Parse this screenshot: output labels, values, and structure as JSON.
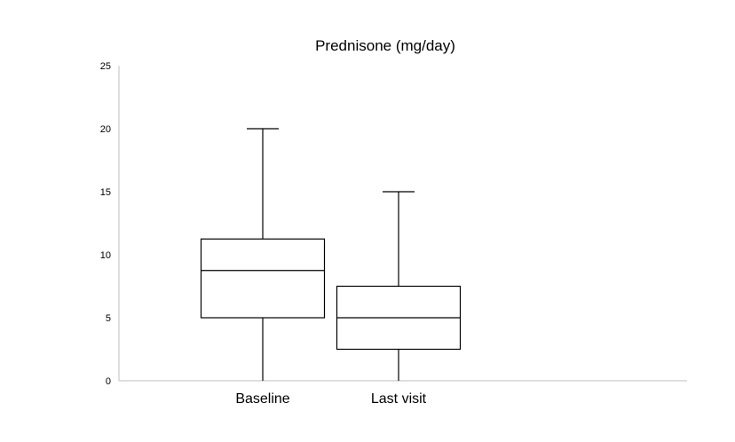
{
  "chart_data": {
    "type": "boxplot",
    "title": "Prednisone (mg/day)",
    "xlabel": "",
    "ylabel": "",
    "ylim": [
      0,
      25
    ],
    "yticks": [
      0,
      5,
      10,
      15,
      20,
      25
    ],
    "grid": false,
    "legend": "none",
    "colors": {
      "box_fill": "#ffffff",
      "stroke": "#000000",
      "axis": "#bfbfbf"
    },
    "categories": [
      "Baseline",
      "Last visit"
    ],
    "boxes": [
      {
        "category": "Baseline",
        "min": 0,
        "q1": 5,
        "median": 8.75,
        "q3": 11.25,
        "max": 20
      },
      {
        "category": "Last visit",
        "min": 0,
        "q1": 2.5,
        "median": 5,
        "q3": 7.5,
        "max": 15
      }
    ]
  }
}
